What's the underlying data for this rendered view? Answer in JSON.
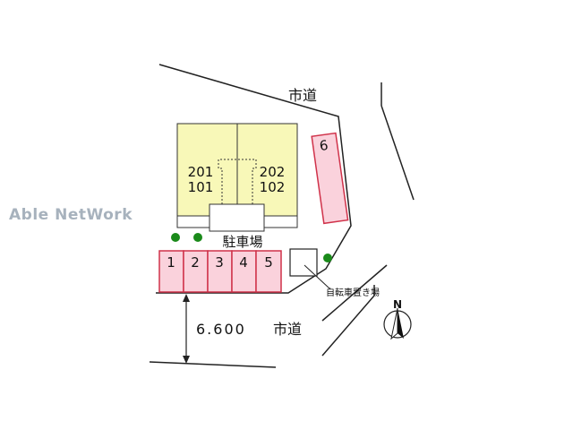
{
  "labels": {
    "road_top": "市道",
    "road_bottom": "市道",
    "road_width": "6.600",
    "parking": "駐車場",
    "bicycle_parking": "自転車置き場",
    "north": "N"
  },
  "building": {
    "left_units": [
      "201",
      "101"
    ],
    "right_units": [
      "202",
      "102"
    ]
  },
  "parking_spaces": [
    "1",
    "2",
    "3",
    "4",
    "5"
  ],
  "side_space": "6",
  "watermark": "Able NetWork",
  "colors": {
    "building_fill": "#f8f8b8",
    "parking_fill": "#fad2dc",
    "parking_stroke": "#d0324a",
    "tree": "#1a8a1a"
  },
  "icons": [
    "compass-north-icon",
    "tree-icon"
  ]
}
